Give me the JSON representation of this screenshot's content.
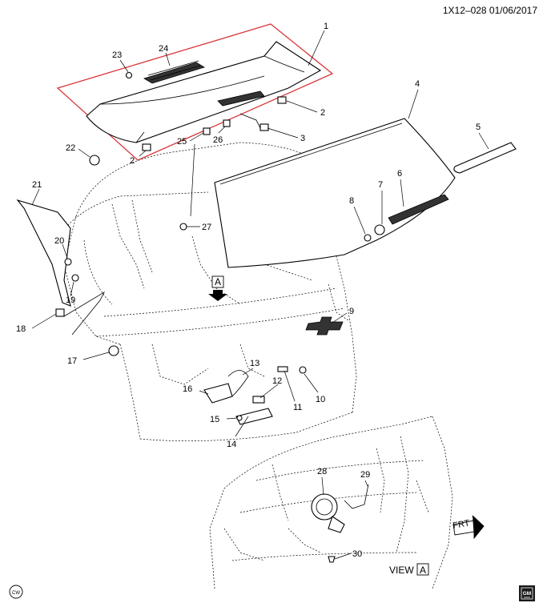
{
  "header": {
    "id_date": "1X12–028  01/06/2017"
  },
  "view_marker": {
    "letter": "A"
  },
  "view_label": {
    "text": "VIEW",
    "letter": "A"
  },
  "frt_label": "FRT",
  "corner_badge": "CW",
  "callouts": [
    "1",
    "2",
    "2",
    "3",
    "4",
    "5",
    "6",
    "7",
    "8",
    "9",
    "10",
    "11",
    "12",
    "13",
    "14",
    "15",
    "16",
    "17",
    "18",
    "19",
    "20",
    "21",
    "22",
    "23",
    "24",
    "25",
    "26",
    "27",
    "28",
    "29",
    "30"
  ],
  "colors": {
    "highlight_box": "#d9383a",
    "ink": "#000000"
  }
}
